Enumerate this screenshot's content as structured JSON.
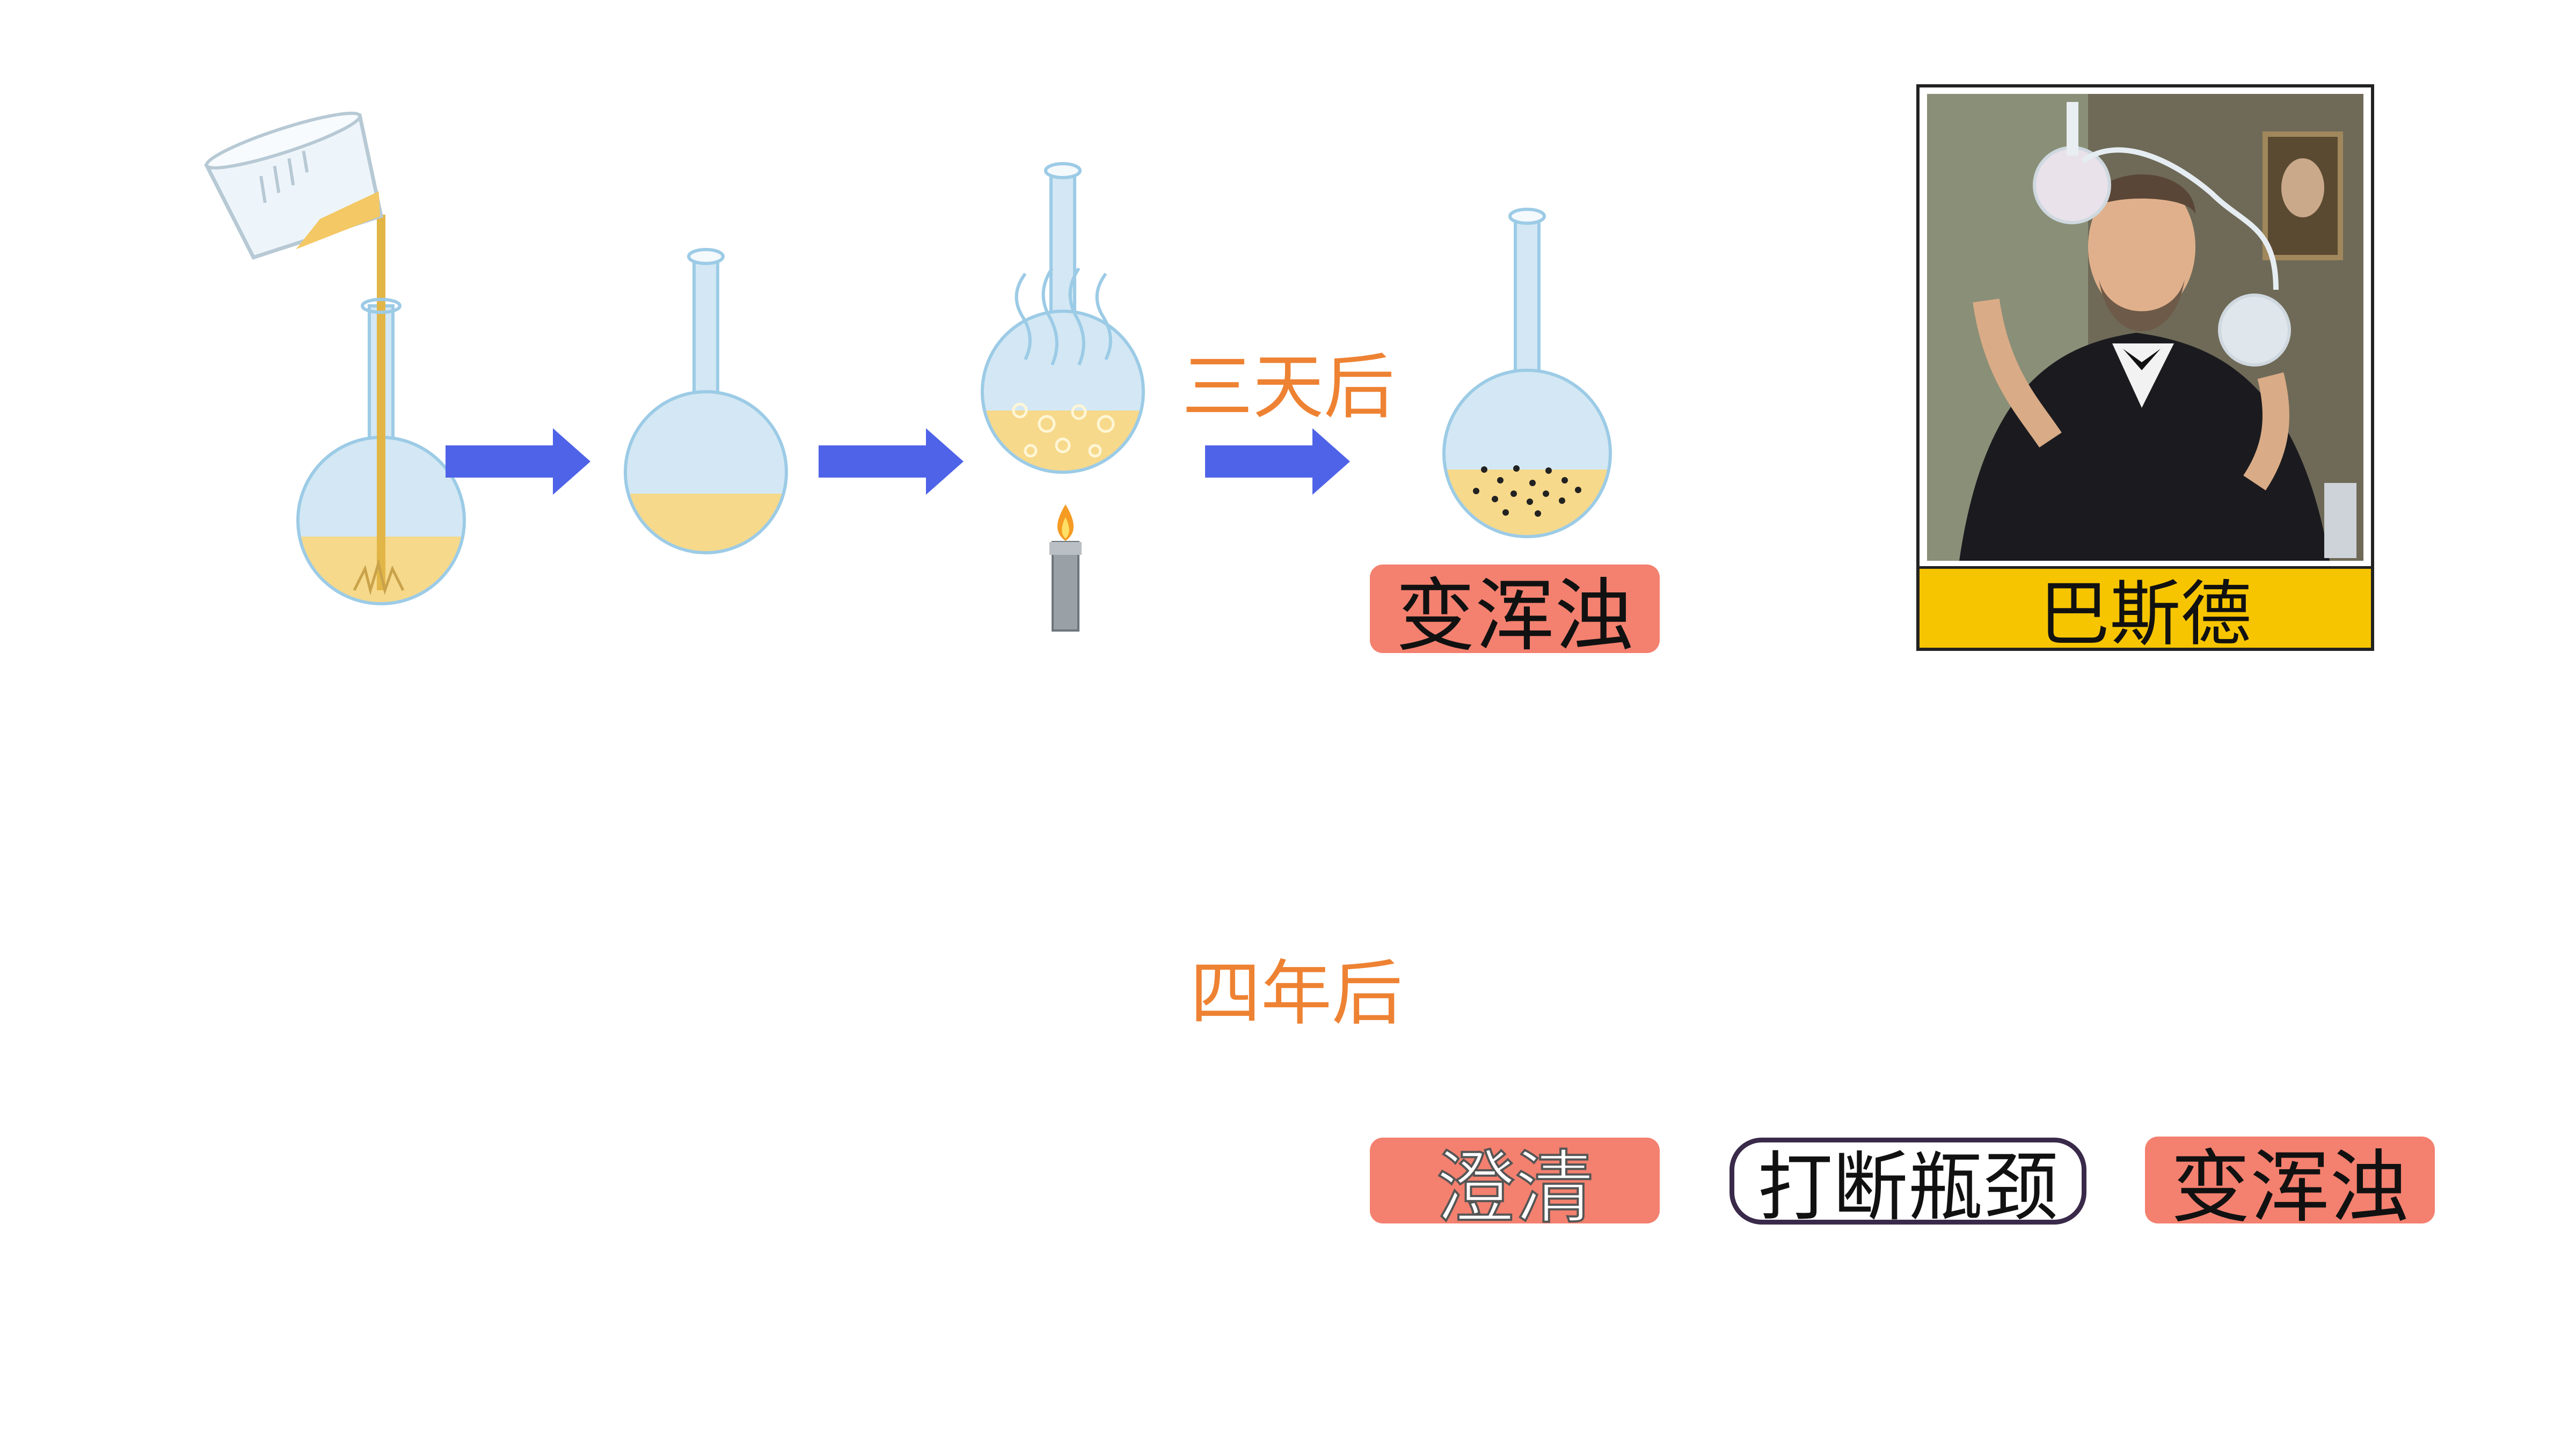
{
  "experiment": {
    "row1": {
      "step_label": "三天后",
      "result_label": "变浑浊"
    },
    "row2": {
      "step_label": "四年后",
      "clear_label": "澄清",
      "action_label": "打断瓶颈",
      "result_label": "变浑浊"
    },
    "portrait": {
      "caption": "巴斯德"
    }
  },
  "colors": {
    "arrow": "#4f63e8",
    "broth": "#f6d98a",
    "glass": "#d3e8f4",
    "glass_edge": "#9ccbe6",
    "label_red": "#f4806f",
    "step_text": "#ee8233",
    "caption_bg": "#f7c500",
    "footer_cloud": "#d6effa",
    "footer_strip": "#5bd8b0"
  },
  "icons": [
    "beaker-icon",
    "round-flask-icon",
    "swan-neck-flask-icon",
    "burner-icon",
    "arrow-right-icon",
    "open-book-icon",
    "flower-icon",
    "balloon-tree-icon"
  ]
}
